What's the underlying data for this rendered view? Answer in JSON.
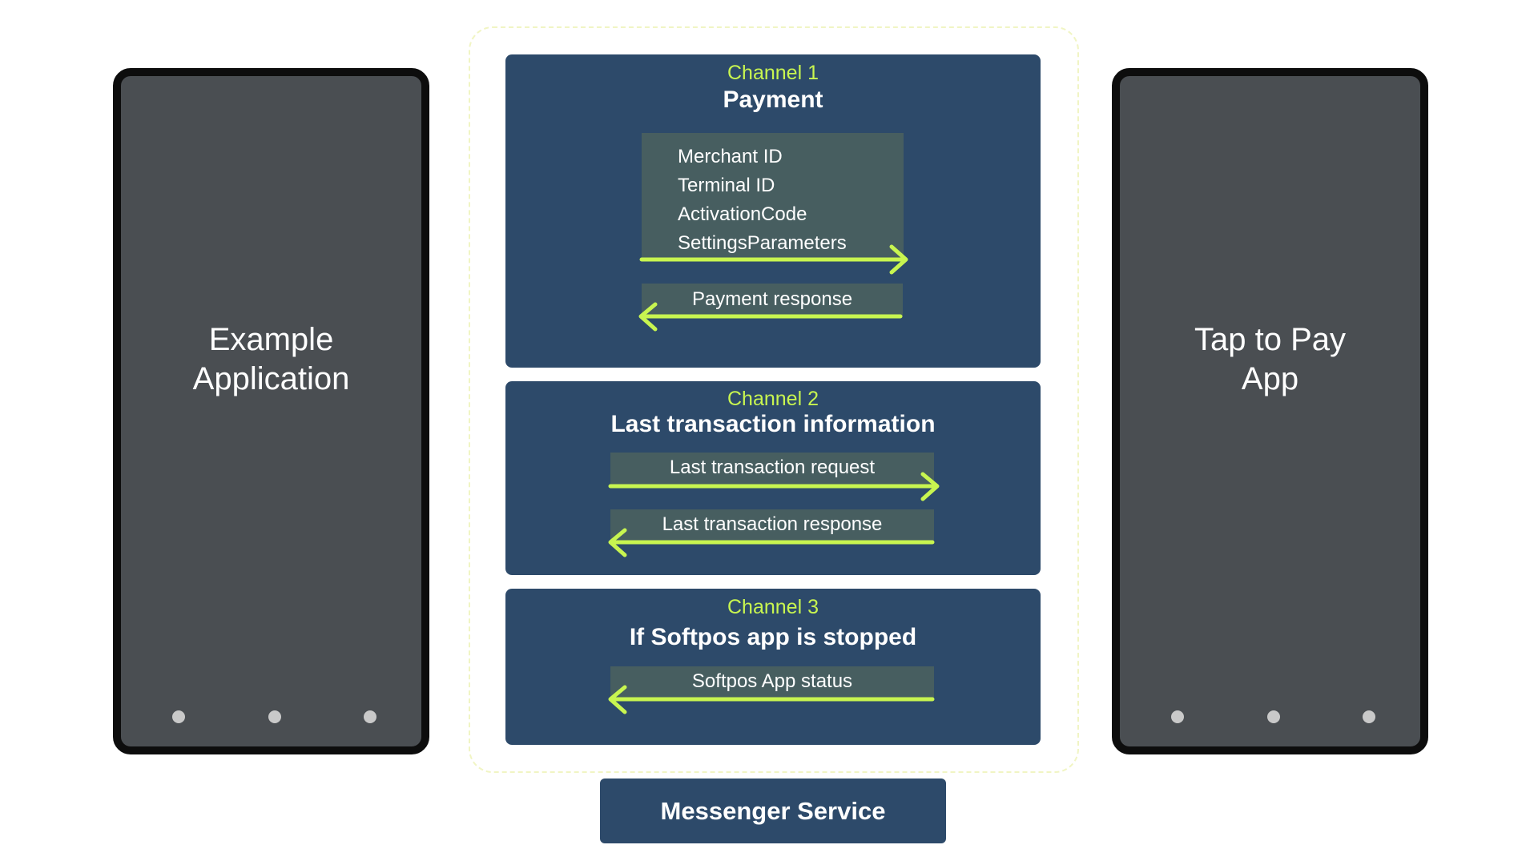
{
  "left_phone": {
    "title": "Example\nApplication"
  },
  "right_phone": {
    "title": "Tap to Pay\nApp"
  },
  "channels": [
    {
      "label": "Channel 1",
      "title": "Payment",
      "request_params": [
        "Merchant ID",
        "Terminal ID",
        "ActivationCode",
        "SettingsParameters"
      ],
      "response": "Payment response"
    },
    {
      "label": "Channel 2",
      "title": "Last transaction information",
      "request": "Last transaction request",
      "response": "Last transaction response"
    },
    {
      "label": "Channel 3",
      "title": "If Softpos app is stopped",
      "response": "Softpos App status"
    }
  ],
  "service": {
    "label": "Messenger Service"
  },
  "colors": {
    "channel_box": "#2d4a6a",
    "message_panel": "#475e60",
    "accent_green": "#c8f550",
    "phone_screen": "#4a4e52",
    "phone_bezel": "#0d0d0d"
  }
}
